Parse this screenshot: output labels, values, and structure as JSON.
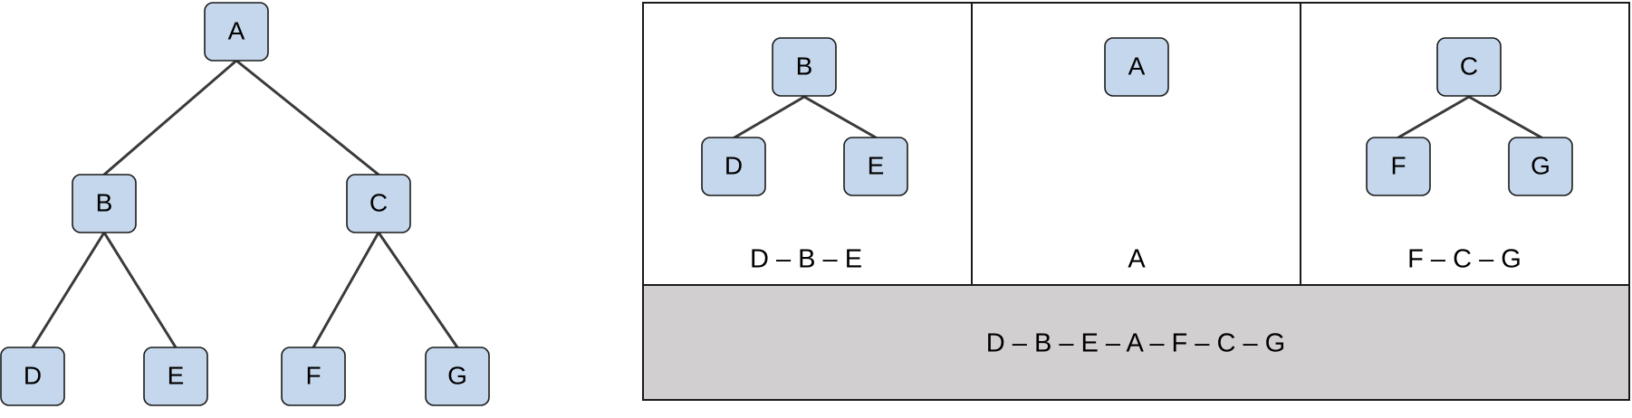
{
  "colors": {
    "node_fill": "#c5d7ec",
    "node_stroke": "#1a1a1a",
    "edge": "#3a3a3a",
    "summary_background": "#d1cfd0"
  },
  "tree": {
    "nodes": [
      "A",
      "B",
      "C",
      "D",
      "E",
      "F",
      "G"
    ],
    "edges": [
      [
        "A",
        "B"
      ],
      [
        "A",
        "C"
      ],
      [
        "B",
        "D"
      ],
      [
        "B",
        "E"
      ],
      [
        "C",
        "F"
      ],
      [
        "C",
        "G"
      ]
    ]
  },
  "panels": [
    {
      "root": "B",
      "left": "D",
      "right": "E",
      "caption": "D – B – E"
    },
    {
      "root": "A",
      "caption": "A"
    },
    {
      "root": "C",
      "left": "F",
      "right": "G",
      "caption": "F – C – G"
    }
  ],
  "summary": {
    "text": "D – B – E – A – F – C – G"
  }
}
